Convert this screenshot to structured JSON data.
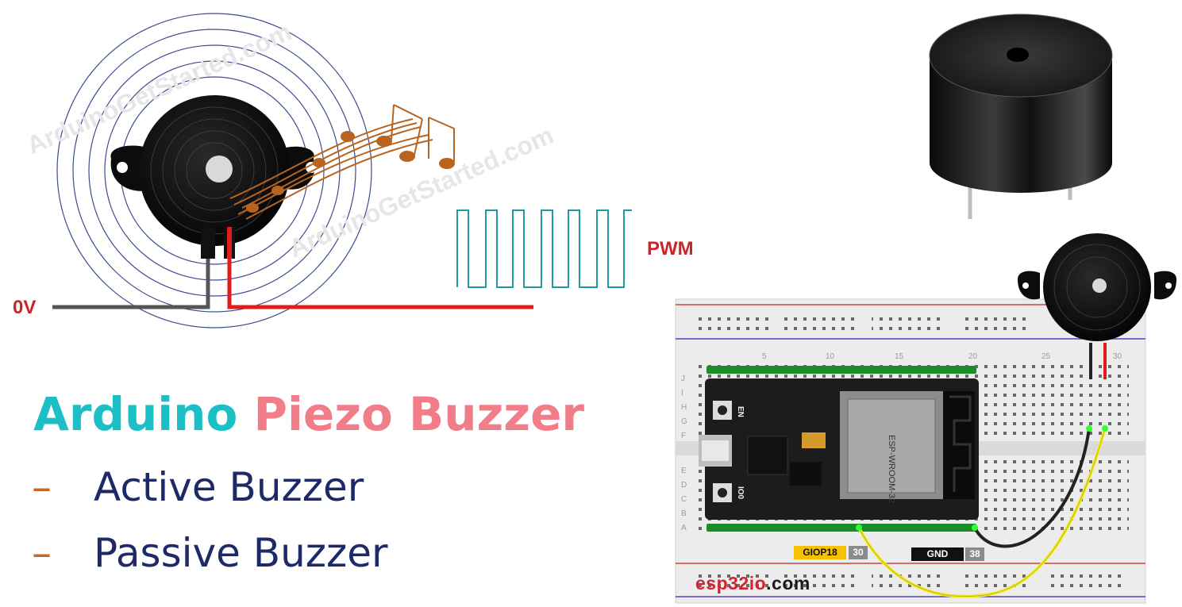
{
  "title": {
    "word1": "Arduino",
    "word2": "Piezo Buzzer"
  },
  "bullets": [
    {
      "dash": "–",
      "text": "Active Buzzer"
    },
    {
      "dash": "–",
      "text": "Passive Buzzer"
    }
  ],
  "diagram": {
    "ground_label": "0V",
    "signal_label": "PWM",
    "watermark": "ArduinoGetStarted.com"
  },
  "breadboard": {
    "pin_signal_name": "GIOP18",
    "pin_signal_number": "30",
    "pin_ground_name": "GND",
    "pin_ground_number": "38",
    "brand_part1": "esp32io",
    "brand_part2": ".com",
    "module_text": "ESP-WROOM-32",
    "column_labels": [
      "5",
      "10",
      "15",
      "20",
      "25",
      "30"
    ],
    "row_labels_top": [
      "J",
      "I",
      "H",
      "G",
      "F"
    ],
    "row_labels_bottom": [
      "E",
      "D",
      "C",
      "B",
      "A"
    ],
    "button_labels": [
      "EN",
      "IO0"
    ]
  },
  "colors": {
    "title_arduino": "#1cbfc5",
    "title_piezo": "#f07d87",
    "bullet_text": "#1e2a68",
    "bullet_dash": "#c6682b",
    "label_red": "#c9262a",
    "wire_red": "#e21b1b",
    "wire_black": "#333333",
    "wire_yellow": "#f4ee2a",
    "pwm_wave": "#1f9aa0",
    "sound_rings": "#3a4d8f",
    "notes": "#b8641e"
  },
  "icons": [
    "buzzer-icon",
    "music-notes-icon",
    "buzzer-photo",
    "esp32-board-icon"
  ]
}
